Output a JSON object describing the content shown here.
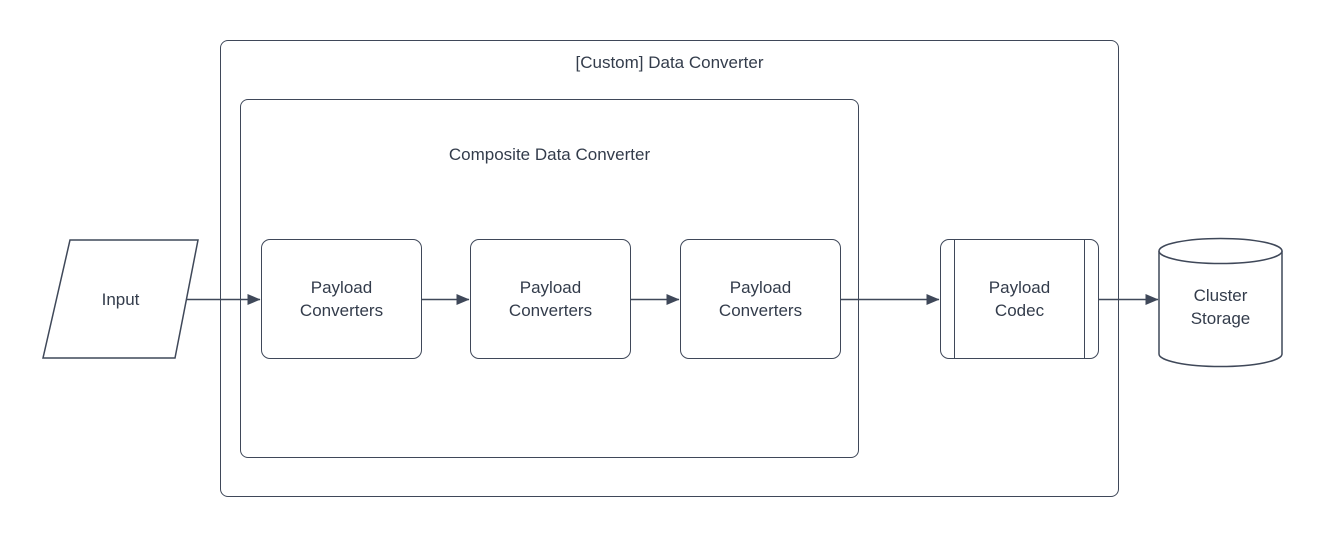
{
  "colors": {
    "stroke": "#3f4859",
    "text": "#333c4b",
    "canvas_bg": "#ffffff"
  },
  "containers": {
    "custom_data_converter": {
      "title": "[Custom] Data Converter",
      "shape": "rounded-rectangle-group"
    },
    "composite_data_converter": {
      "title": "Composite Data Converter",
      "shape": "rounded-rectangle-group"
    }
  },
  "nodes": {
    "input": {
      "label": "Input",
      "shape": "parallelogram"
    },
    "payload_converters_1": {
      "label": "Payload\nConverters",
      "shape": "rounded-rectangle"
    },
    "payload_converters_2": {
      "label": "Payload\nConverters",
      "shape": "rounded-rectangle"
    },
    "payload_converters_3": {
      "label": "Payload\nConverters",
      "shape": "rounded-rectangle"
    },
    "payload_codec": {
      "label": "Payload\nCodec",
      "shape": "predefined-process"
    },
    "cluster_storage": {
      "label": "Cluster\nStorage",
      "shape": "cylinder"
    }
  },
  "edges": [
    {
      "from": "input",
      "to": "payload_converters_1"
    },
    {
      "from": "payload_converters_1",
      "to": "payload_converters_2"
    },
    {
      "from": "payload_converters_2",
      "to": "payload_converters_3"
    },
    {
      "from": "payload_converters_3",
      "to": "payload_codec"
    },
    {
      "from": "payload_codec",
      "to": "cluster_storage"
    }
  ]
}
